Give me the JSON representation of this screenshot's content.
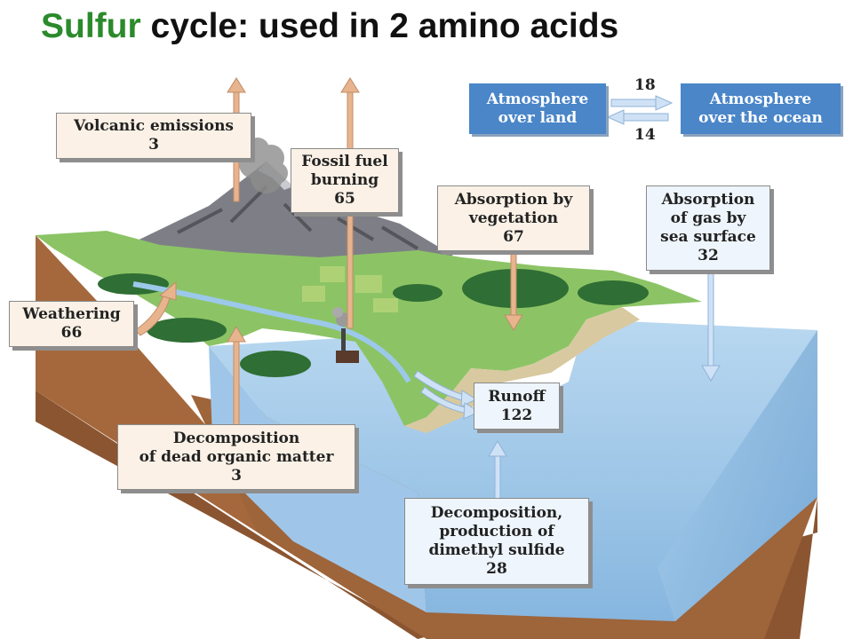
{
  "title": {
    "accent": "Sulfur",
    "rest": " cycle: used in 2 amino acids"
  },
  "atmosphere": {
    "land": [
      "Atmosphere",
      "over land"
    ],
    "ocean": [
      "Atmosphere",
      "over the ocean"
    ],
    "to_ocean": "18",
    "to_land": "14"
  },
  "labels": {
    "volcanic": {
      "name": "Volcanic emissions",
      "value": "3"
    },
    "fossil": {
      "name_1": "Fossil fuel",
      "name_2": "burning",
      "value": "65"
    },
    "vegetation": {
      "name_1": "Absorption by",
      "name_2": "vegetation",
      "value": "67"
    },
    "sea_gas": {
      "name_1": "Absorption",
      "name_2": "of gas by",
      "name_3": "sea surface",
      "value": "32"
    },
    "weathering": {
      "name": "Weathering",
      "value": "66"
    },
    "runoff": {
      "name": "Runoff",
      "value": "122"
    },
    "decomp_land": {
      "name_1": "Decomposition",
      "name_2": "of dead organic matter",
      "value": "3"
    },
    "decomp_sea": {
      "name_1": "Decomposition,",
      "name_2": "production of",
      "name_3": "dimethyl sulfide",
      "value": "28"
    }
  },
  "colors": {
    "accent": "#2b8a2b",
    "atmosphere_box": "#4a86c8",
    "land_arrow": "#e7b48e",
    "sea_arrow": "#cfe2f5",
    "ocean": "#a9cdeb",
    "grass": "#8cc465"
  }
}
